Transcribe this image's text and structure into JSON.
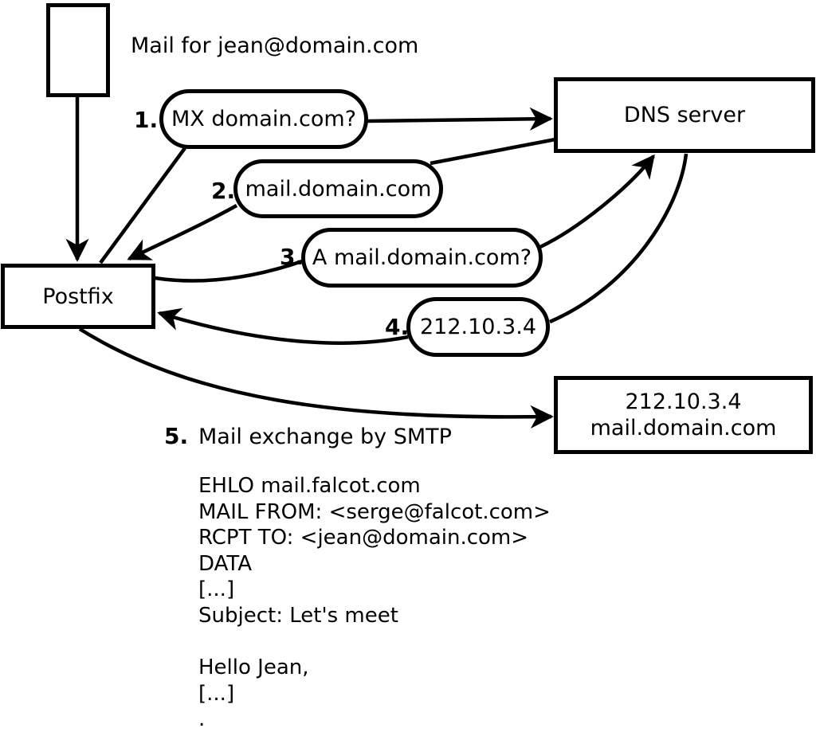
{
  "diagram": {
    "caption": "Mail for jean@domain.com",
    "nodes": {
      "dns_server": "DNS server",
      "postfix": "Postfix",
      "mail_server": {
        "line1": "212.10.3.4",
        "line2": "mail.domain.com"
      }
    },
    "steps": [
      {
        "num": "1.",
        "label": "MX domain.com?"
      },
      {
        "num": "2.",
        "label": "mail.domain.com"
      },
      {
        "num": "3.",
        "label": "A mail.domain.com?"
      },
      {
        "num": "4.",
        "label": "212.10.3.4"
      },
      {
        "num": "5.",
        "label": "Mail exchange by SMTP"
      }
    ],
    "smtp_session": [
      "EHLO mail.falcot.com",
      "MAIL FROM: <serge@falcot.com>",
      "RCPT TO: <jean@domain.com>",
      "DATA",
      "[...]",
      "Subject: Let's meet",
      "",
      "Hello Jean,",
      "[...]",
      "."
    ],
    "colors": {
      "ink": "#000000",
      "background": "#ffffff"
    }
  }
}
